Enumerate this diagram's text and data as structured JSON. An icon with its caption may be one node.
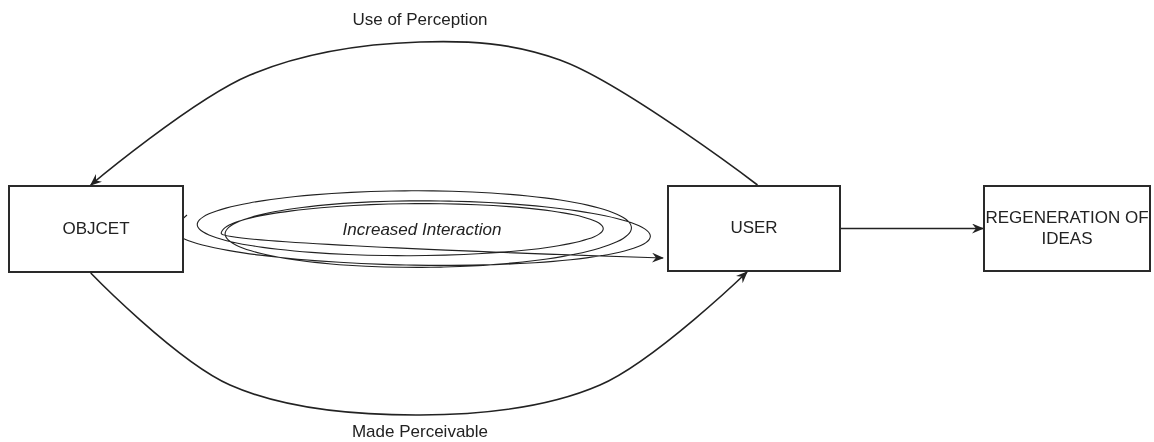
{
  "diagram": {
    "nodes": [
      {
        "text": [
          "OBJCET"
        ]
      },
      {
        "text": [
          "USER"
        ]
      },
      {
        "text": [
          "REGENERATION OF IDEAS"
        ]
      }
    ],
    "edges": [
      {
        "from": 1,
        "to": 0,
        "arrow": "to",
        "label": "Use of Perception"
      },
      {
        "from": 0,
        "to": 1,
        "arrow": "to",
        "label": "Increased Interaction"
      },
      {
        "from": 0,
        "to": 1,
        "arrow": "to",
        "label": "Made Perceivable"
      },
      {
        "from": 1,
        "to": 2,
        "arrow": "to"
      }
    ]
  }
}
